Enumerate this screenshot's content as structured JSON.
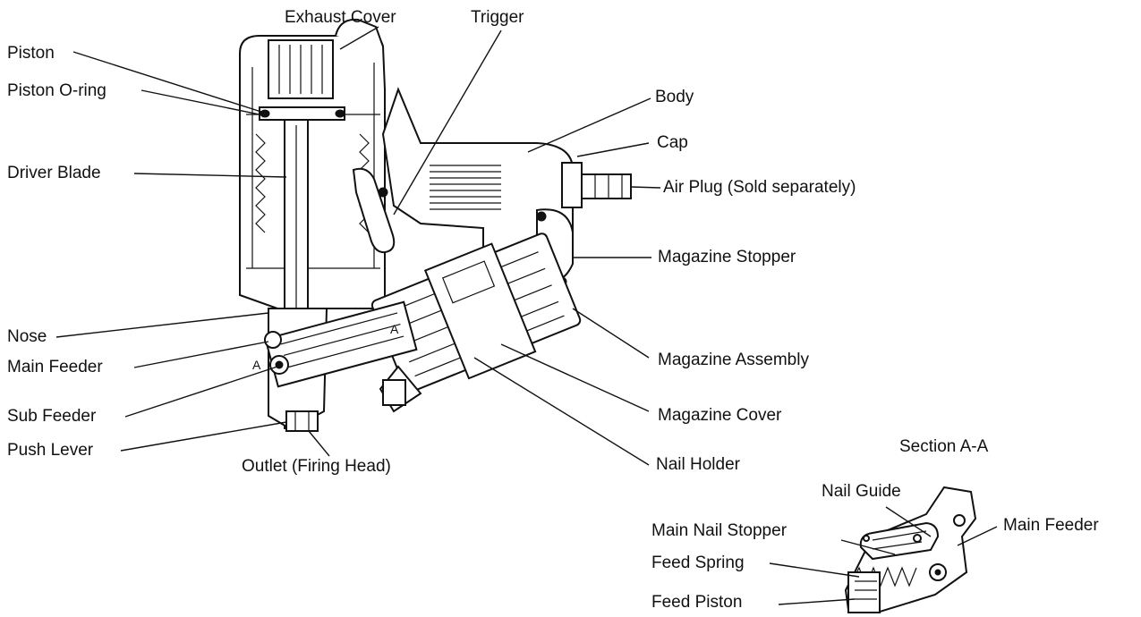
{
  "diagram": {
    "labels": {
      "exhaust_cover": "Exhaust Cover",
      "trigger": "Trigger",
      "piston": "Piston",
      "piston_o_ring": "Piston O-ring",
      "body": "Body",
      "cap": "Cap",
      "driver_blade": "Driver Blade",
      "air_plug": "Air Plug (Sold separately)",
      "magazine_stopper": "Magazine Stopper",
      "nose": "Nose",
      "main_feeder": "Main Feeder",
      "magazine_assembly": "Magazine Assembly",
      "sub_feeder": "Sub Feeder",
      "magazine_cover": "Magazine Cover",
      "push_lever": "Push Lever",
      "outlet": "Outlet (Firing Head)",
      "nail_holder": "Nail Holder"
    },
    "section": {
      "title": "Section A-A",
      "labels": {
        "nail_guide": "Nail Guide",
        "main_nail_stopper": "Main Nail Stopper",
        "main_feeder": "Main Feeder",
        "feed_spring": "Feed Spring",
        "feed_piston": "Feed Piston"
      }
    },
    "section_marks": {
      "a_left": "A",
      "a_right": "A"
    }
  }
}
